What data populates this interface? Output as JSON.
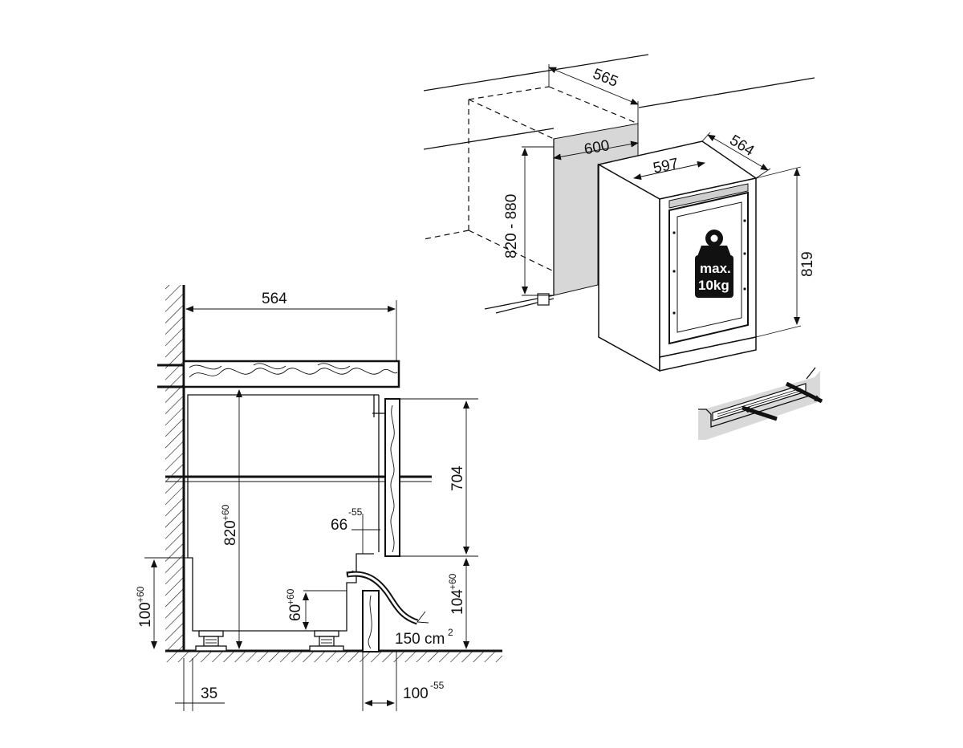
{
  "installation": {
    "niche_depth": "565",
    "niche_width": "600",
    "niche_height": "820 - 880",
    "appliance_width": "597",
    "appliance_depth": "564",
    "appliance_height": "819",
    "load_line1": "max.",
    "load_line2": "10kg"
  },
  "side_section": {
    "depth": "564",
    "height_main": "820",
    "height_main_tol": "+60",
    "door_height": "704",
    "plinth_offset": "66",
    "plinth_offset_tol": "-55",
    "foot_height": "60",
    "foot_height_tol": "+60",
    "plinth_height": "104",
    "plinth_height_tol": "+60",
    "base_height": "100",
    "base_height_tol": "+60",
    "vent_area": "150 cm",
    "vent_area_sup": "2",
    "wall_gap": "35",
    "front_gap": "100",
    "front_gap_tol": "-55"
  }
}
